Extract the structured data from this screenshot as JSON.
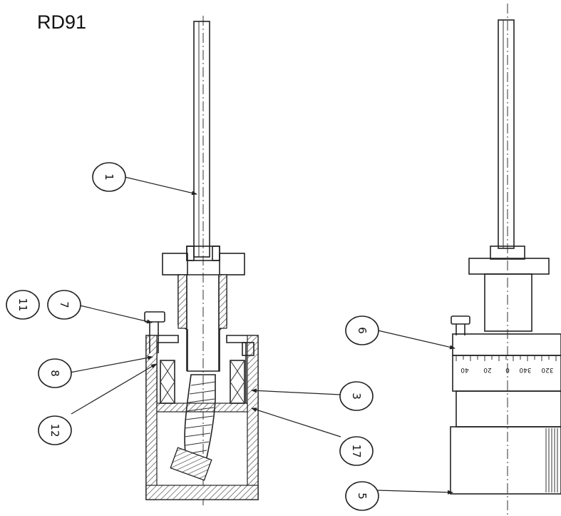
{
  "title": "RD91",
  "callouts": [
    "1",
    "7",
    "11",
    "8",
    "12",
    "6",
    "3",
    "17",
    "5"
  ],
  "scale_labels": [
    "40",
    "20",
    "0",
    "340",
    "320"
  ]
}
